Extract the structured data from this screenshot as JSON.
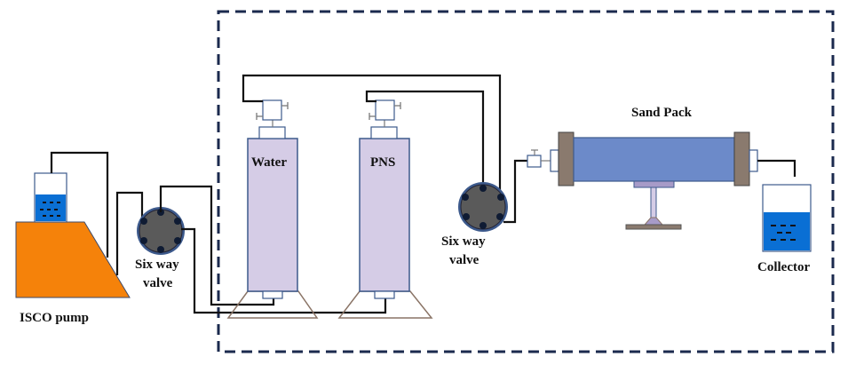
{
  "diagram": {
    "type": "experimental-setup-schematic",
    "labels": {
      "pump": "ISCO pump",
      "valve_left_1": "Six way",
      "valve_left_2": "valve",
      "cyl_water": "Water",
      "cyl_pns": "PNS",
      "valve_right_1": "Six way",
      "valve_right_2": "valve",
      "sandpack": "Sand Pack",
      "collector": "Collector"
    },
    "colors": {
      "pump_body": "#F5820A",
      "liquid": "#0A6FD4",
      "cylinder": "#D5CCE6",
      "cylinder_stroke": "#3D5A8C",
      "sandpack": "#6C8AC9",
      "endcap": "#8A7A6E",
      "valve": "#5A5A5A",
      "boundary": "#1B2A4E"
    },
    "components": [
      "ISCO pump",
      "Six way valve",
      "Water cylinder",
      "PNS cylinder",
      "Six way valve",
      "Sand Pack",
      "Collector"
    ]
  }
}
